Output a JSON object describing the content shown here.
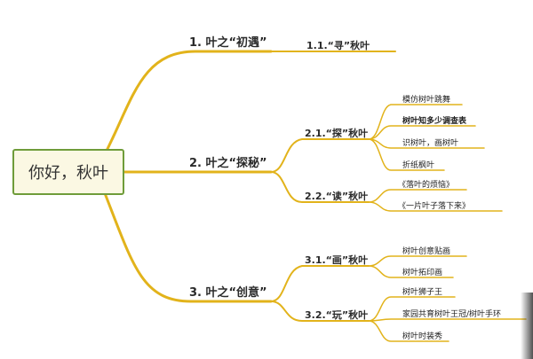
{
  "root": {
    "label": "你好，秋叶"
  },
  "branches": [
    {
      "label": "1. 叶之“初遇”",
      "children": [
        {
          "label": "1.1.“寻”秋叶",
          "children": []
        }
      ]
    },
    {
      "label": "2. 叶之“探秘”",
      "children": [
        {
          "label": "2.1.“探”秋叶",
          "children": [
            "模仿树叶跳舞",
            "树叶知多少调查表",
            "识树叶，画树叶",
            "折纸枫叶"
          ]
        },
        {
          "label": "2.2.“读”秋叶",
          "children": [
            "《落叶的烦恼》",
            "《一片叶子落下来》"
          ]
        }
      ]
    },
    {
      "label": "3. 叶之“创意”",
      "children": [
        {
          "label": "3.1.“画”秋叶",
          "children": [
            "树叶创意贴画",
            "树叶拓印画"
          ]
        },
        {
          "label": "3.2.“玩”秋叶",
          "children": [
            "树叶狮子王",
            "家园共育树叶王冠/树叶手环",
            "树叶时装秀"
          ]
        }
      ]
    }
  ],
  "colors": {
    "branch": "#e2b31b",
    "root_border": "#6f9c3a",
    "root_fill": "#fbf8e3"
  }
}
